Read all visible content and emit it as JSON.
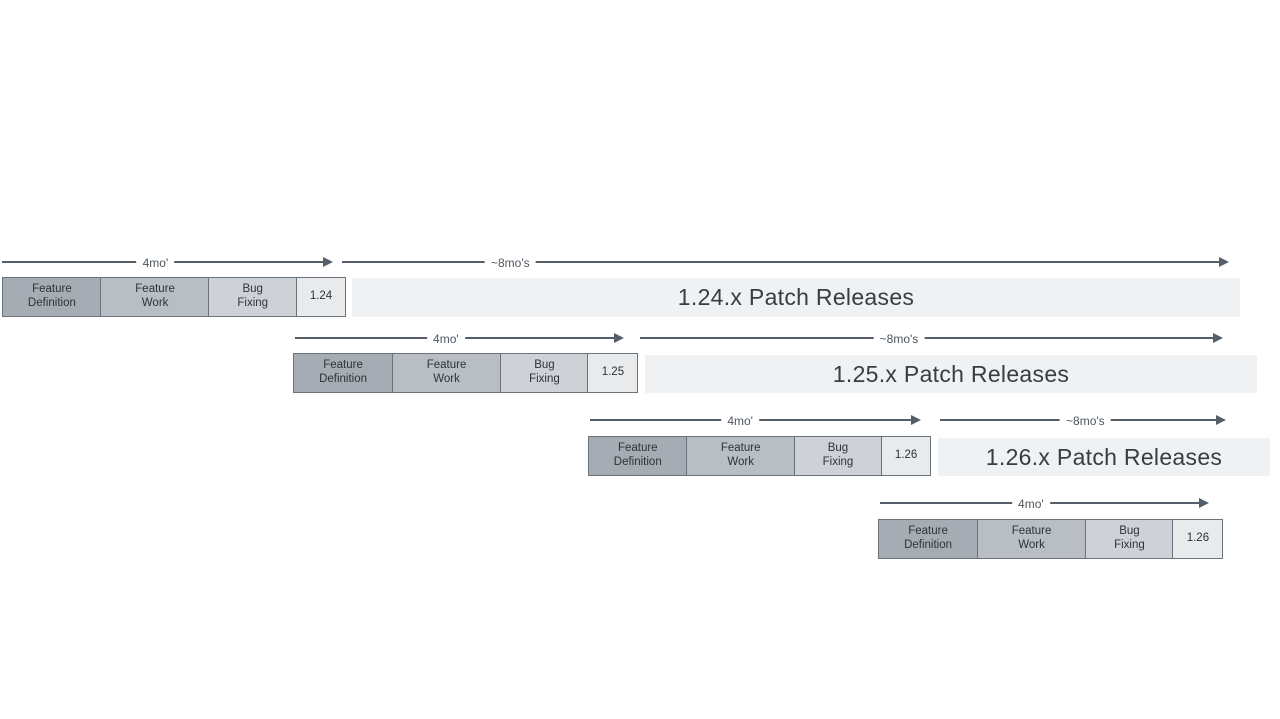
{
  "phases": {
    "definition": "Feature\nDefinition",
    "work": "Feature\nWork",
    "bug_fixing": "Bug\nFixing"
  },
  "rows": [
    {
      "version": "1.24",
      "dev_duration": "4mo'",
      "patch_duration": "~8mo's",
      "patch_text": "1.24.x Patch Releases"
    },
    {
      "version": "1.25",
      "dev_duration": "4mo'",
      "patch_duration": "~8mo's",
      "patch_text": "1.25.x Patch Releases"
    },
    {
      "version": "1.26",
      "dev_duration": "4mo'",
      "patch_duration": "~8mo's",
      "patch_text": "1.26.x Patch Releases"
    },
    {
      "version": "1.26",
      "dev_duration": "4mo'"
    }
  ],
  "colors": {
    "feature_definition": "#a6acb3",
    "feature_work": "#b8bec4",
    "bug_fixing": "#ced2d7",
    "version_box": "#e8eaec",
    "patch_bar": "#f0f1f3",
    "border": "#6a727b",
    "arrow": "#565f69"
  }
}
